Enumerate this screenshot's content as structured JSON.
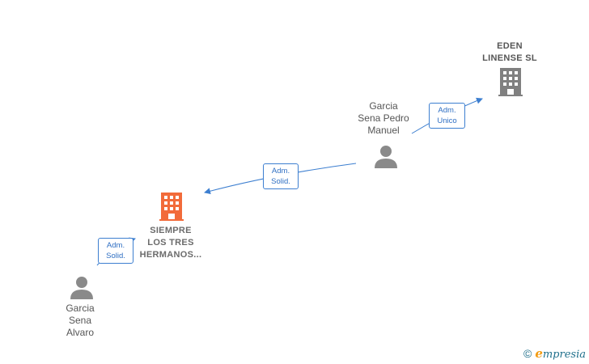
{
  "colors": {
    "edge": "#3d7fd0",
    "person": "#8a8a8a",
    "company": "#808080",
    "company_main": "#f26b3a"
  },
  "nodes": {
    "eden": {
      "label": "EDEN\nLINENSE  SL",
      "icon": "building-icon"
    },
    "siempre": {
      "label": "SIEMPRE\nLOS TRES\nHERMANOS...",
      "icon": "building-icon"
    },
    "pedro": {
      "label": "Garcia\nSena Pedro\nManuel",
      "icon": "person-icon"
    },
    "alvaro": {
      "label": "Garcia\nSena\nAlvaro",
      "icon": "person-icon"
    }
  },
  "edges": [
    {
      "from": "pedro",
      "to": "eden",
      "label_line1": "Adm.",
      "label_line2": "Unico"
    },
    {
      "from": "pedro",
      "to": "siempre",
      "label_line1": "Adm.",
      "label_line2": "Solid."
    },
    {
      "from": "alvaro",
      "to": "siempre",
      "label_line1": "Adm.",
      "label_line2": "Solid."
    }
  ],
  "watermark": {
    "copyright": "©",
    "brand_initial": "e",
    "brand_rest": "mpresia"
  }
}
